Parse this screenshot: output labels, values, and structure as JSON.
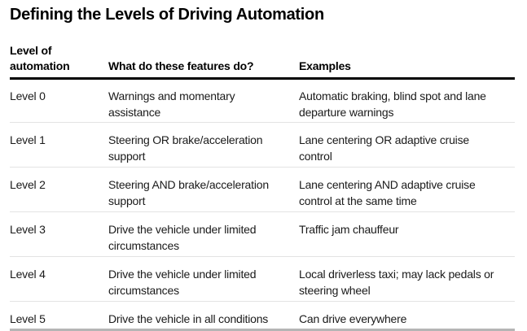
{
  "title": "Defining the Levels of Driving Automation",
  "chart_data": {
    "type": "table",
    "title": "Defining the Levels of Driving Automation",
    "columns": [
      "Level of\nautomation",
      "What do these features do?",
      "Examples"
    ],
    "rows": [
      [
        "Level 0",
        "Warnings and momentary\nassistance",
        "Automatic braking, blind spot and lane\ndeparture warnings"
      ],
      [
        "Level 1",
        "Steering OR brake/acceleration\nsupport",
        "Lane centering OR adaptive cruise\ncontrol"
      ],
      [
        "Level 2",
        "Steering AND brake/acceleration\nsupport",
        "Lane centering AND adaptive cruise\ncontrol at the same time"
      ],
      [
        "Level 3",
        "Drive the vehicle under limited\ncircumstances",
        "Traffic jam chauffeur"
      ],
      [
        "Level 4",
        "Drive the vehicle under limited\ncircumstances",
        "Local driverless taxi; may lack pedals or\nsteering wheel"
      ],
      [
        "Level 5",
        "Drive the vehicle in all conditions",
        "Can drive everywhere"
      ]
    ],
    "layout": {
      "grid": "off",
      "legend": "none"
    }
  },
  "colors": {
    "background": "#ffffff",
    "heading_text": "#000000",
    "body_text": "#1a1a1a",
    "header_rule": "#000000",
    "row_divider": "#e3e3e3",
    "bottom_rule": "#b5b5b5"
  }
}
